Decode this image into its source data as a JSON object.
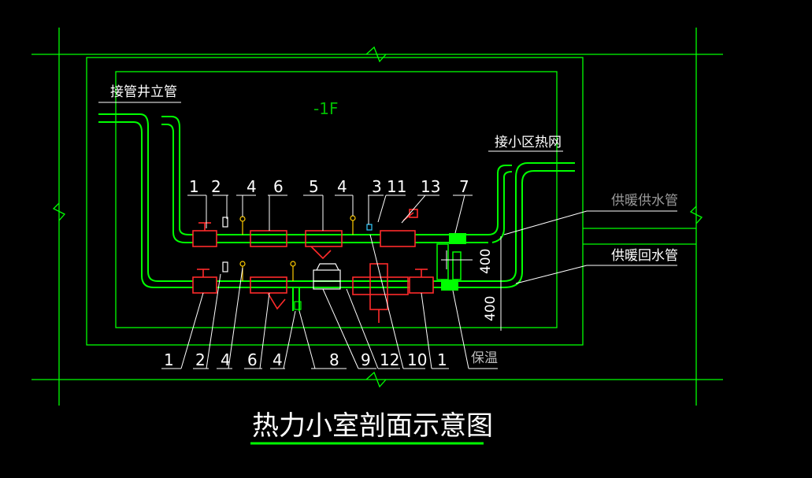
{
  "drawing": {
    "title": "热力小室剖面示意图",
    "floor_label": "-1F",
    "callouts": {
      "riser": "接管井立管",
      "district_network": "接小区热网",
      "supply_pipe": "供暖供水管",
      "return_pipe": "供暖回水管",
      "insulation": "保温"
    },
    "dimensions": [
      "400",
      "400"
    ],
    "top_item_numbers": [
      "1",
      "2",
      "4",
      "6",
      "5",
      "4",
      "3",
      "11",
      "13",
      "7"
    ],
    "bottom_item_numbers": [
      "1",
      "2",
      "4",
      "6",
      "4",
      "8",
      "9",
      "12",
      "10",
      "1"
    ]
  },
  "colors": {
    "background": "#000000",
    "pipe": "#00ff00",
    "valve": "#ff2a2a",
    "text": "#ffffff",
    "leader": "#00ff00",
    "title_underline": "#00ff00"
  }
}
